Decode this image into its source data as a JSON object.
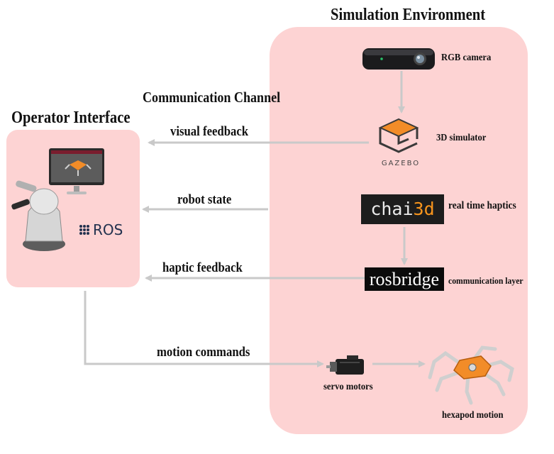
{
  "titles": {
    "simulation": "Simulation Environment",
    "operator": "Operator Interface",
    "channel": "Communication Channel"
  },
  "links": {
    "visual_feedback": "visual feedback",
    "robot_state": "robot state",
    "haptic_feedback": "haptic feedback",
    "motion_commands": "motion commands"
  },
  "components": {
    "rgb_camera": "RGB camera",
    "simulator": "3D simulator",
    "gazebo_logo": "GAZEBO",
    "chai3d_logo_a": "chai",
    "chai3d_logo_b": "3d",
    "haptics": "real time haptics",
    "rosbridge_logo": "rosbridge",
    "comm_layer": "communication layer",
    "servo": "servo motors",
    "hexapod": "hexapod motion",
    "ros_logo": "ROS"
  },
  "colors": {
    "panel": "#fdd3d3",
    "arrow": "#c9c9c9",
    "gazebo_orange": "#f28c28",
    "chai3d_orange": "#f7941d"
  }
}
